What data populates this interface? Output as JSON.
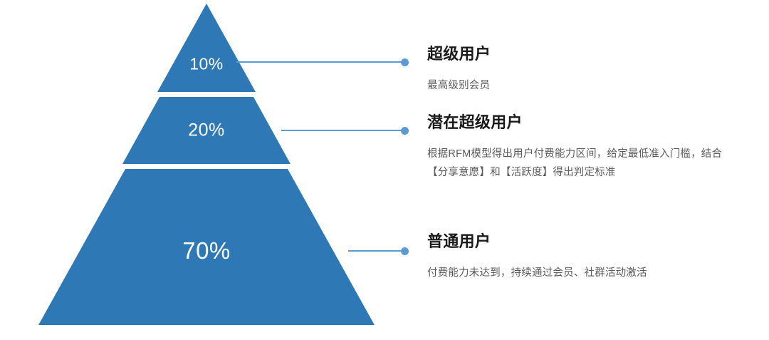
{
  "chart_data": {
    "type": "pie",
    "title": "",
    "subtitle": "",
    "shape": "pyramid",
    "categories": [
      "超级用户",
      "潜在超级用户",
      "普通用户"
    ],
    "values": [
      10,
      20,
      70
    ],
    "value_labels": [
      "10%",
      "20%",
      "70%"
    ],
    "unit": "%",
    "legend_position": "right",
    "grid": false,
    "colors": {
      "tier_fill": "#2E79B5",
      "leader_line": "#5B9BD5",
      "leader_dot": "#5B9BD5",
      "title_text": "#1a1a1a",
      "body_text": "#5a5a5a",
      "background": "#ffffff"
    }
  },
  "pyramid": {
    "tiers": [
      {
        "id": "top",
        "percent": "10%"
      },
      {
        "id": "middle",
        "percent": "20%"
      },
      {
        "id": "bottom",
        "percent": "70%"
      }
    ]
  },
  "labels": {
    "top": {
      "title": "超级用户",
      "description": "最高级别会员"
    },
    "middle": {
      "title": "潜在超级用户",
      "description": "根据RFM模型得出用户付费能力区间，给定最低准入门槛，结合【分享意愿】和【活跃度】得出判定标准"
    },
    "bottom": {
      "title": "普通用户",
      "description": "付费能力未达到，持续通过会员、社群活动激活"
    }
  }
}
